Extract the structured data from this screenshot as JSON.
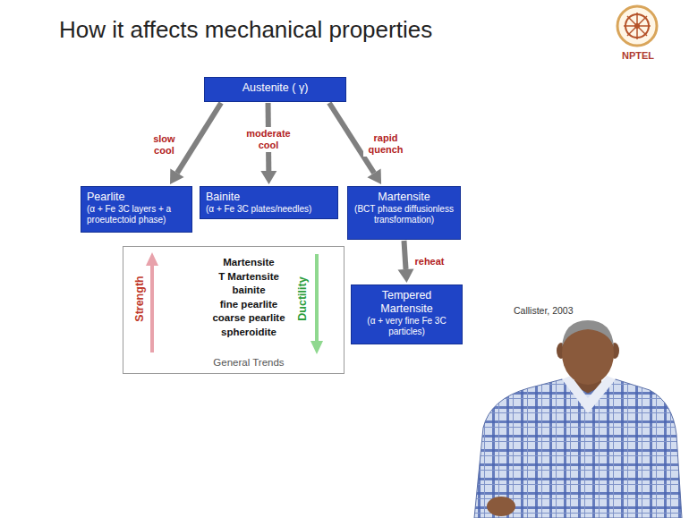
{
  "diagram": {
    "title": "How it affects mechanical properties",
    "nodes": [
      {
        "text": [
          "Austenite ( γ)"
        ]
      },
      {
        "text": [
          "Pearlite",
          "(α + Fe 3C layers + a proeutectoid phase)"
        ]
      },
      {
        "text": [
          "Bainite",
          "(α + Fe 3C plates/needles)"
        ]
      },
      {
        "text": [
          "Martensite",
          "(BCT phase diffusionless transformation)"
        ]
      },
      {
        "text": [
          "Strength",
          "Martensite",
          "T Martensite",
          "bainite",
          "fine pearlite",
          "coarse pearlite",
          "spheroidite",
          "Ductility",
          "General Trends"
        ]
      },
      {
        "text": [
          "Tempered Martensite",
          "(α + very fine Fe 3C particles)"
        ]
      }
    ],
    "edges": [
      {
        "from": 0,
        "to": 1,
        "label": "slow cool",
        "arrow": "to"
      },
      {
        "from": 0,
        "to": 2,
        "label": "moderate cool",
        "arrow": "to"
      },
      {
        "from": 0,
        "to": 3,
        "label": "rapid quench",
        "arrow": "to"
      },
      {
        "from": 3,
        "to": 5,
        "label": "reheat",
        "arrow": "to"
      }
    ],
    "labels": [
      "NPTEL",
      "Callister, 2003"
    ]
  }
}
